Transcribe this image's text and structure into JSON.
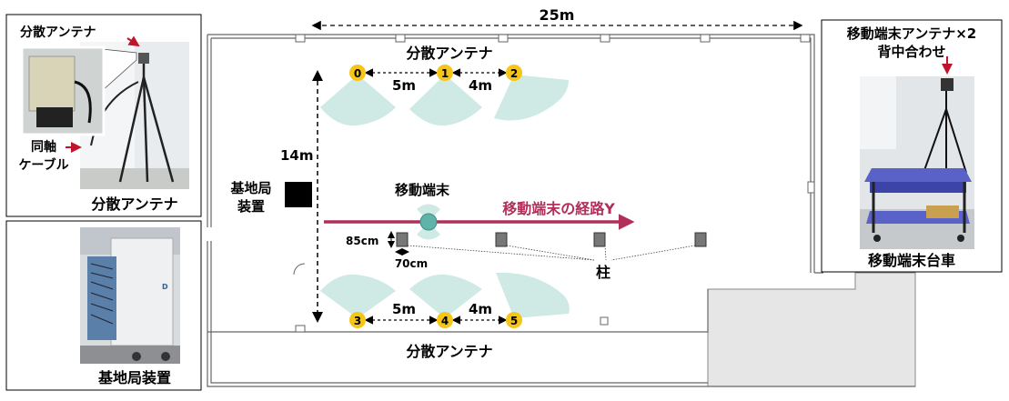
{
  "floor": {
    "width_label": "25m",
    "depth_label": "14m",
    "antenna_group_top_label": "分散アンテナ",
    "antenna_group_bottom_label": "分散アンテナ",
    "spacing_labels": [
      "5m",
      "4m",
      "5m",
      "4m"
    ],
    "antennas": [
      "0",
      "1",
      "2",
      "3",
      "4",
      "5"
    ],
    "base_station_label": "基地局\n装置",
    "mobile_label": "移動端末",
    "route_label": "移動端末の経路Y",
    "pillar_height_label": "85cm",
    "pillar_width_label": "70cm",
    "pillar_label": "柱"
  },
  "insets": {
    "antenna_photo": {
      "callout_top": "分散アンテナ",
      "callout_cable": "同軸\nケーブル",
      "caption": "分散アンテナ"
    },
    "base_station_photo": {
      "caption": "基地局装置",
      "device_brand": "D"
    },
    "mobile_photo": {
      "title_line1": "移動端末アンテナ×2",
      "title_line2": "背中合わせ",
      "caption": "移動端末台車"
    }
  },
  "colors": {
    "route": "#b0305a",
    "antenna_marker": "#f5c518",
    "beam": "#cfe9e4",
    "mobile_dot": "#5fb3a9",
    "adjacent_area": "#e6e6e6",
    "callout_arrow": "#c0142c"
  }
}
